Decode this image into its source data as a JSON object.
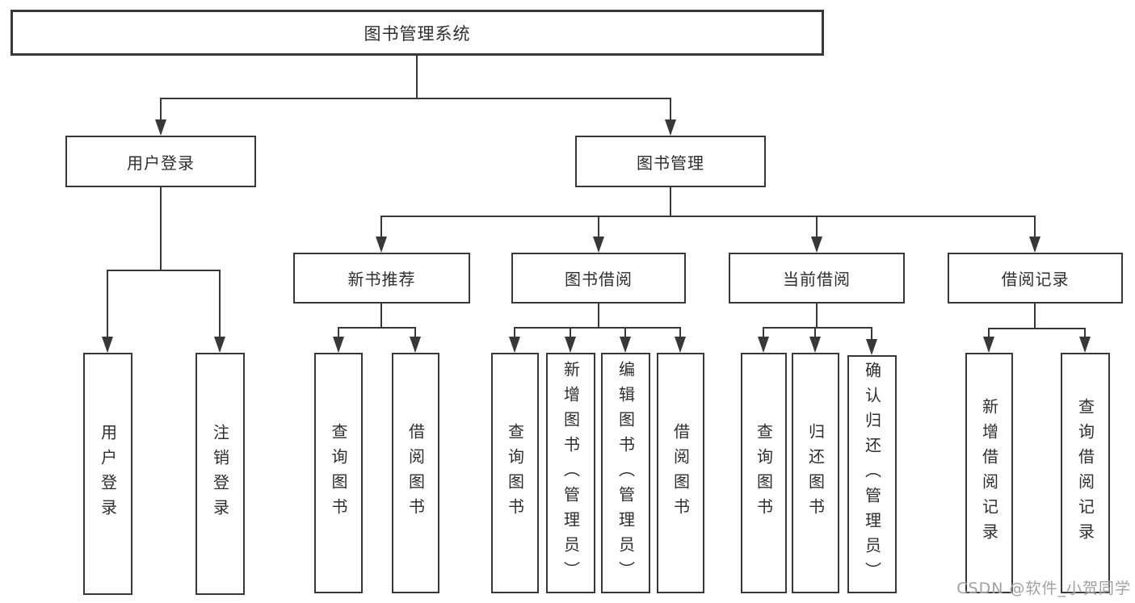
{
  "diagram": {
    "title": "图书管理系统",
    "level2": [
      {
        "label": "用户登录",
        "parent": "图书管理系统"
      },
      {
        "label": "图书管理",
        "parent": "图书管理系统"
      }
    ],
    "level3": [
      {
        "label": "新书推荐",
        "parent": "图书管理"
      },
      {
        "label": "图书借阅",
        "parent": "图书管理"
      },
      {
        "label": "当前借阅",
        "parent": "图书管理"
      },
      {
        "label": "借阅记录",
        "parent": "图书管理"
      }
    ],
    "leaves": [
      {
        "label": "用户登录",
        "parent": "用户登录"
      },
      {
        "label": "注销登录",
        "parent": "用户登录"
      },
      {
        "label": "查询图书",
        "parent": "新书推荐"
      },
      {
        "label": "借阅图书",
        "parent": "新书推荐"
      },
      {
        "label": "查询图书",
        "parent": "图书借阅"
      },
      {
        "label": "新增图书（管理员）",
        "parent": "图书借阅"
      },
      {
        "label": "编辑图书（管理员）",
        "parent": "图书借阅"
      },
      {
        "label": "借阅图书",
        "parent": "图书借阅"
      },
      {
        "label": "查询图书",
        "parent": "当前借阅"
      },
      {
        "label": "归还图书",
        "parent": "当前借阅"
      },
      {
        "label": "确认归还（管理员）",
        "parent": "当前借阅"
      },
      {
        "label": "新增借阅记录",
        "parent": "借阅记录"
      },
      {
        "label": "查询借阅记录",
        "parent": "借阅记录"
      }
    ],
    "watermark": "CSDN @软件_小贺同学",
    "colors": {
      "line": "#383838",
      "border": "#383838",
      "text": "#2e2e2e",
      "watermark": "#a0a0a0",
      "background": "#ffffff"
    }
  }
}
